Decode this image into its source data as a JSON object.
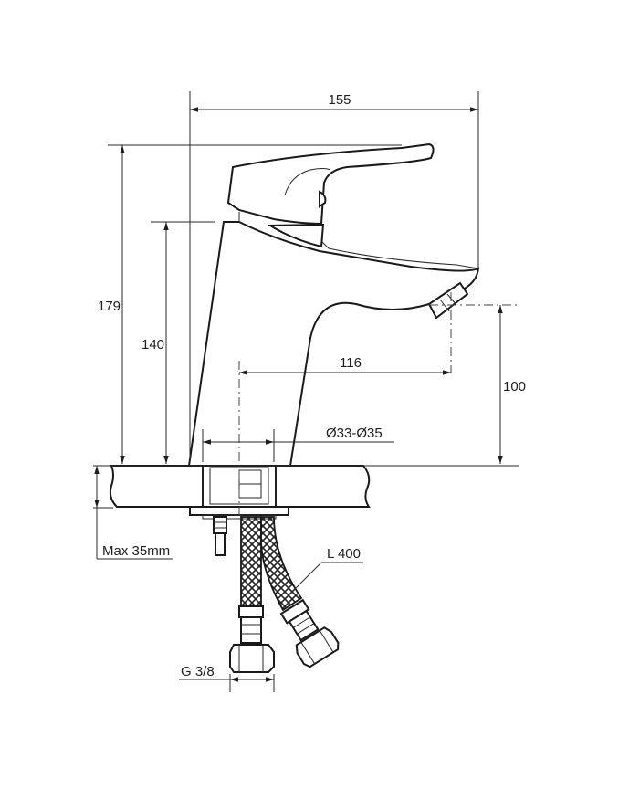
{
  "drawing": {
    "dimensions": {
      "total_width": "155",
      "total_height": "179",
      "body_height": "140",
      "spout_reach": "116",
      "spout_height": "100",
      "base_diameter": "Ø33-Ø35",
      "max_countertop": "Max 35mm",
      "hose_length": "L 400",
      "thread_size": "G 3/8"
    }
  }
}
